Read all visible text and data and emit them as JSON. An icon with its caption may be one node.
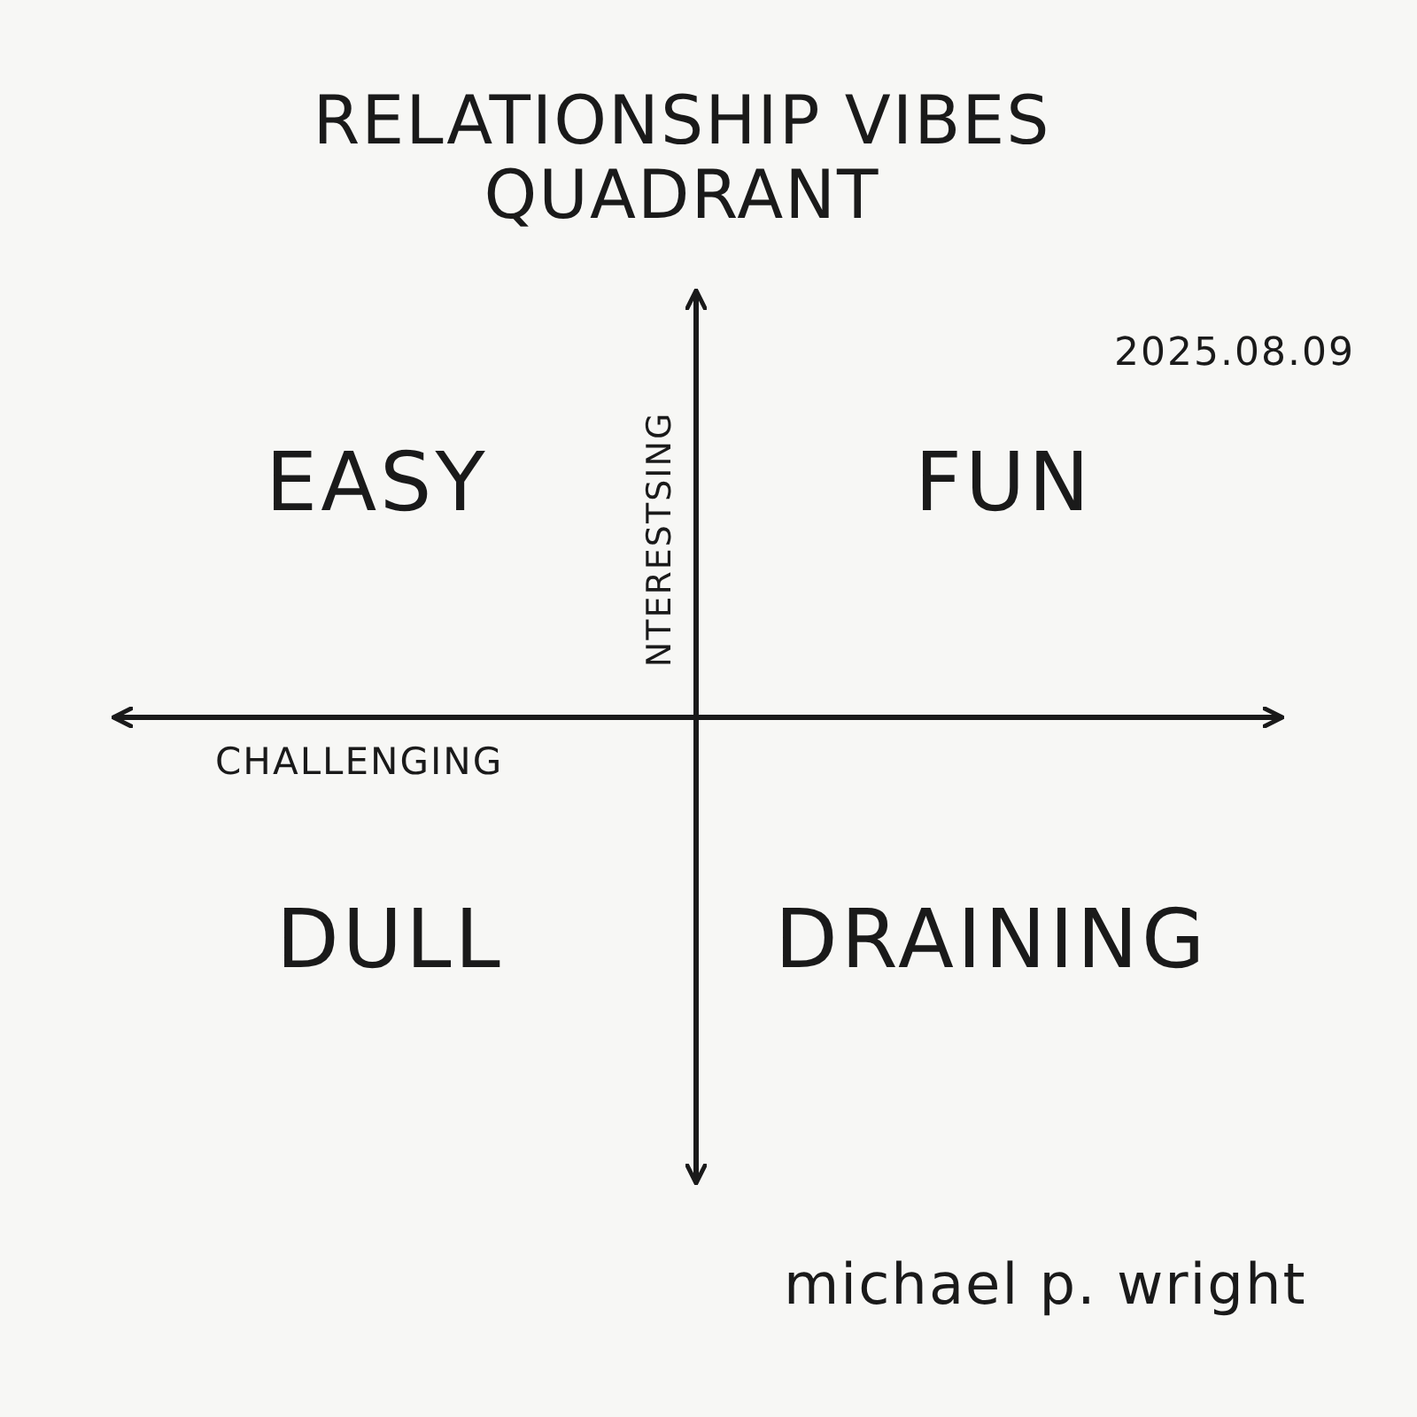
{
  "diagram": {
    "title": "RELATIONSHIP VIBES QUADRANT",
    "labels": [
      "2025.08.09",
      "EASY",
      "FUN",
      "NTERESTSING",
      "CHALLENGING",
      "DULL",
      "DRAINING",
      "michael p. wright"
    ]
  }
}
